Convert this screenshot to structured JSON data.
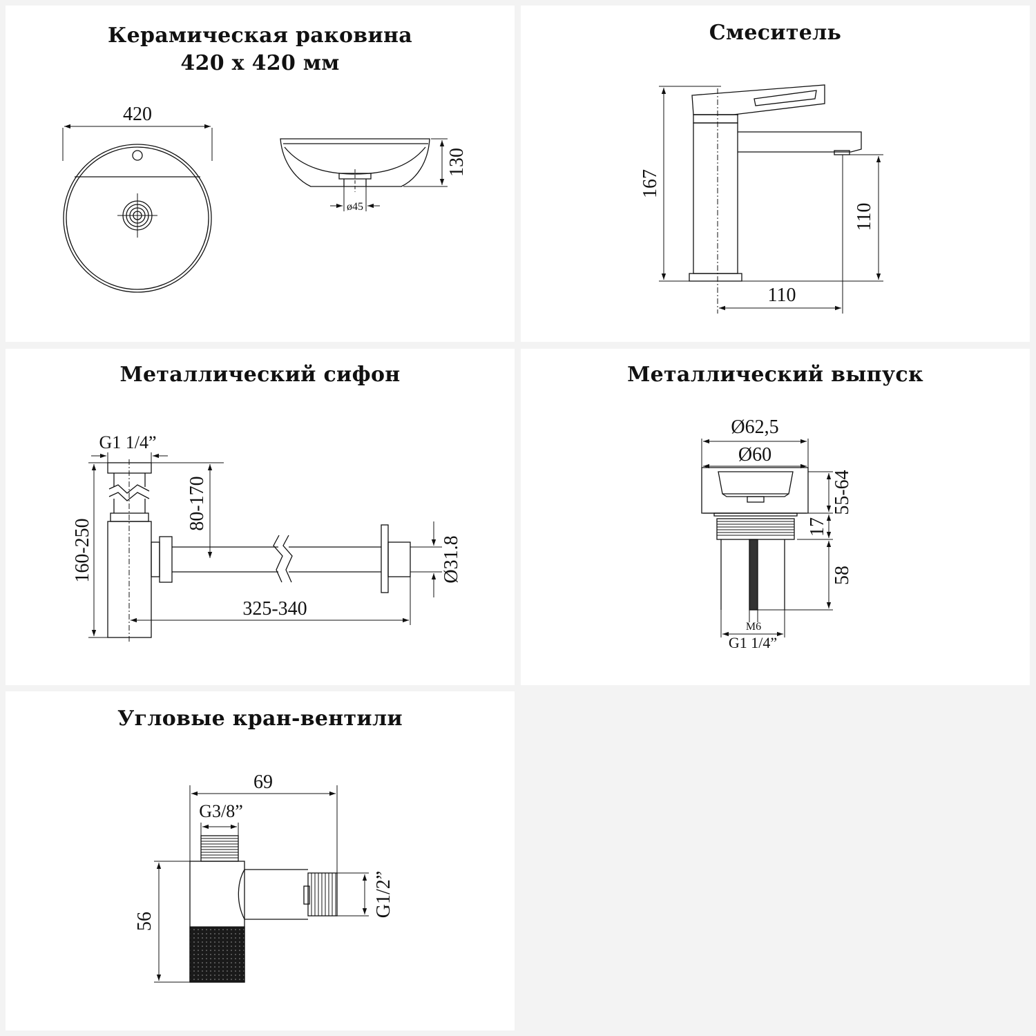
{
  "panels": {
    "sink": {
      "title_line1": "Керамическая раковина",
      "title_line2": "420 x 420 мм",
      "dim_width": "420",
      "dim_height": "130",
      "dim_drain": "ø45"
    },
    "faucet": {
      "title": "Смеситель",
      "dim_total_height": "167",
      "dim_spout_height": "110",
      "dim_spout_reach": "110"
    },
    "siphon": {
      "title": "Металлический сифон",
      "dim_thread": "G1 1/4”",
      "dim_height_range": "160-250",
      "dim_upper_range": "80-170",
      "dim_length_range": "325-340",
      "dim_outlet_diameter": "Ø31.8"
    },
    "drain": {
      "title": "Металлический выпуск",
      "dim_outer_diameter": "Ø62,5",
      "dim_inner_diameter": "Ø60",
      "dim_range": "55-64",
      "dim_collar": "17",
      "dim_body": "58",
      "dim_bolt": "M6",
      "dim_thread": "G1 1/4”"
    },
    "valve": {
      "title": "Угловые кран-вентили",
      "dim_width": "69",
      "dim_top_thread": "G3/8”",
      "dim_height": "56",
      "dim_side_thread": "G1/2”"
    }
  }
}
